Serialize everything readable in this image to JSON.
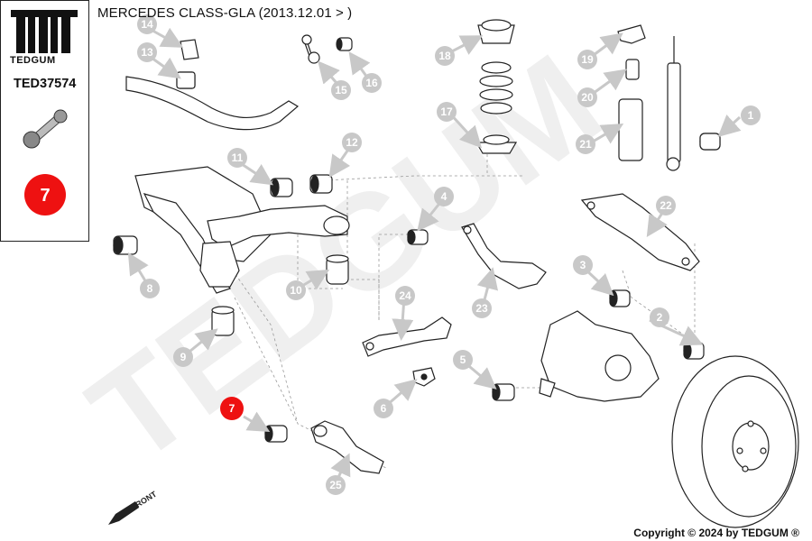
{
  "header": {
    "title": "MERCEDES CLASS-GLA (2013.12.01 > )",
    "brand": "TEDGUM",
    "part_number": "TED37574",
    "copyright": "Copyright © 2024 by TEDGUM ®",
    "front_label": "FRONT",
    "watermark": "TEDGUM"
  },
  "selected": {
    "number": "7",
    "color": "#ee1111"
  },
  "callouts": [
    "1",
    "2",
    "3",
    "4",
    "5",
    "6",
    "7",
    "8",
    "9",
    "10",
    "11",
    "12",
    "13",
    "14",
    "15",
    "16",
    "17",
    "18",
    "19",
    "20",
    "21",
    "22",
    "23",
    "24",
    "25"
  ],
  "colors": {
    "callout": "#c8c8c8",
    "line": "#222222",
    "accent": "#ee1111"
  }
}
